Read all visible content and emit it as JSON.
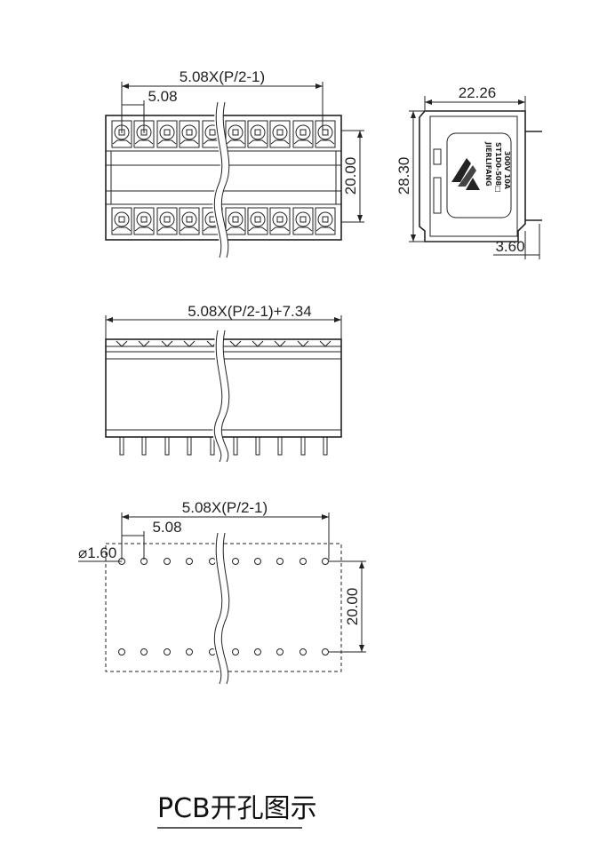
{
  "top_view": {
    "dim_total": "5.08X(P/2-1)",
    "dim_pitch": "5.08",
    "dim_height": "20.00"
  },
  "side_view": {
    "dim_width": "22.26",
    "dim_height": "28.30",
    "dim_pin": "3.60",
    "label_lines": [
      "ST1D0-508□",
      "300V 10A"
    ],
    "brand_text": "JIERLIFANG"
  },
  "front_view": {
    "dim_total": "5.08X(P/2-1)+7.34"
  },
  "pcb_view": {
    "dim_total": "5.08X(P/2-1)",
    "dim_pitch": "5.08",
    "dim_hole": "⌀1.60",
    "dim_height": "20.00"
  },
  "caption": "PCB开孔图示"
}
